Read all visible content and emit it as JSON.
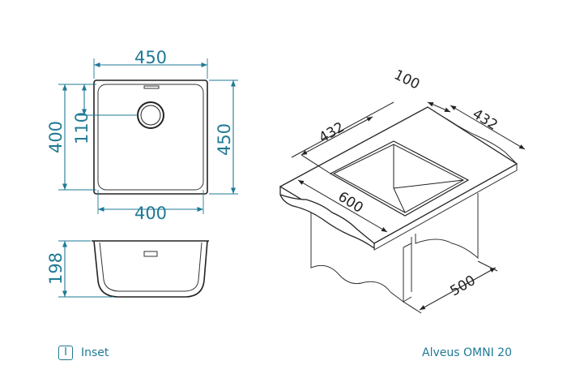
{
  "top_view": {
    "overall_width": "450",
    "overall_height": "450",
    "inner_width": "400",
    "inner_height": "400",
    "drain_offset": "110"
  },
  "section_view": {
    "depth": "198"
  },
  "iso_view": {
    "rim_width": "100",
    "cutout_width": "432",
    "cutout_depth": "432",
    "cabinet_depth": "600",
    "cabinet_width": "500"
  },
  "footer": {
    "install_badge": "I",
    "install_label": "Inset",
    "product_name": "Alveus OMNI 20"
  },
  "colors": {
    "dimension": "#1f7a96",
    "outline": "#222222"
  }
}
